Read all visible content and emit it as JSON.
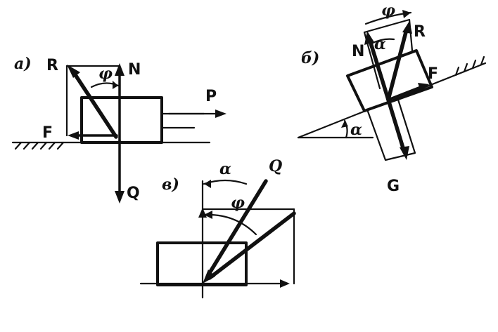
{
  "figure": {
    "panel_a": {
      "panel_label": "a)",
      "force_labels": {
        "R": "R",
        "N": "N",
        "P": "P",
        "F": "F",
        "Q": "Q"
      },
      "angle_label": "φ"
    },
    "panel_b": {
      "panel_label": "б)",
      "force_labels": {
        "R": "R",
        "N": "N",
        "F": "F",
        "G": "G"
      },
      "angle_labels": {
        "top": "φ",
        "inner": "α",
        "incline": "α"
      }
    },
    "panel_v": {
      "panel_label": "в)",
      "force_labels": {
        "Q": "Q"
      },
      "angle_labels": {
        "alpha": "α",
        "phi": "φ"
      }
    }
  }
}
